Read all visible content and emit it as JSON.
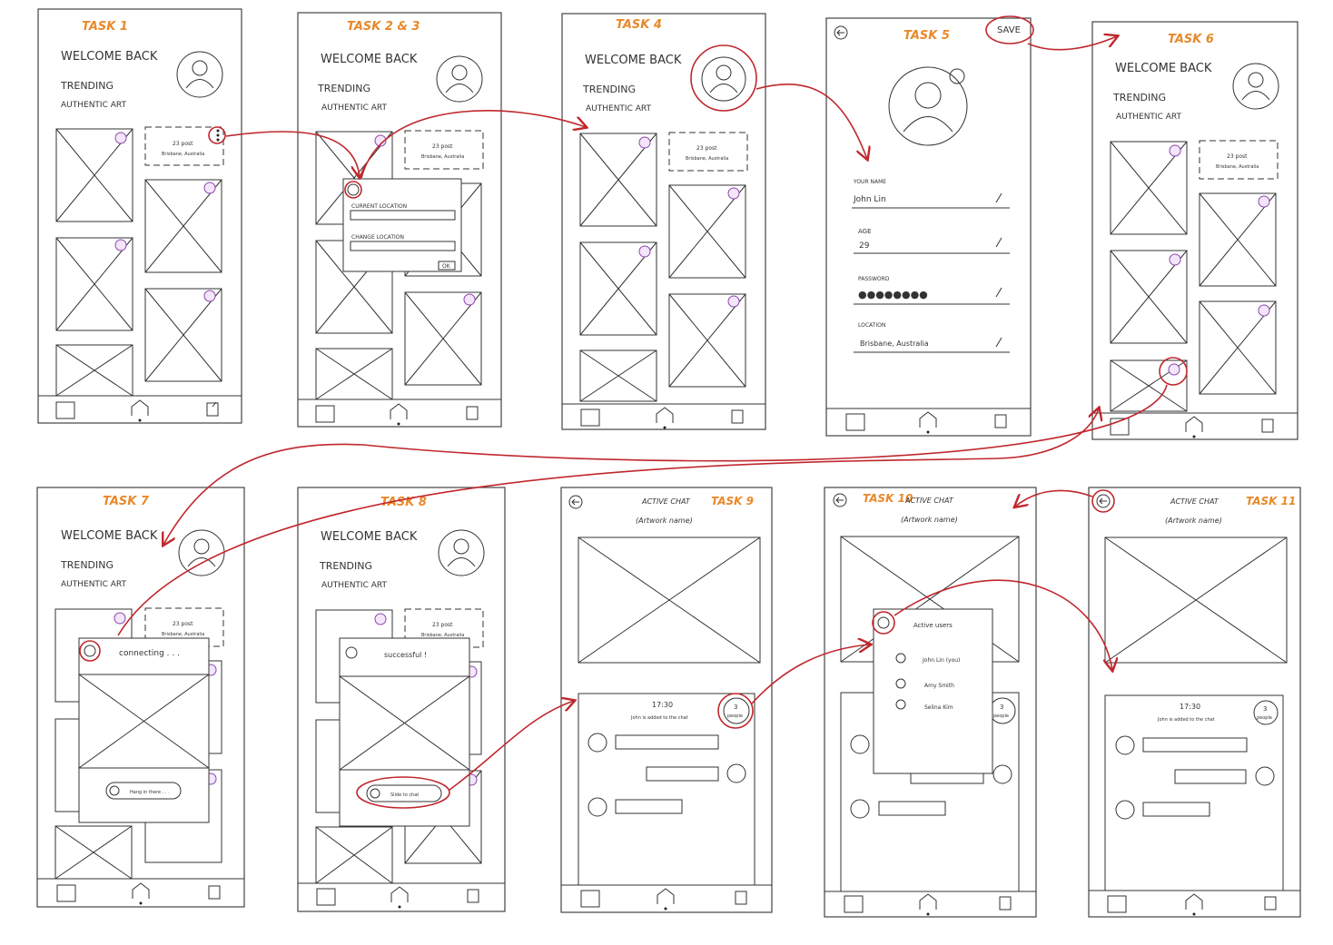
{
  "colors": {
    "task_label": "#e8892b",
    "annotation": "#c0272d",
    "bubble": "#8e44ad",
    "line": "#333333"
  },
  "common": {
    "welcome": "WELCOME BACK",
    "trending": "TRENDING",
    "authentic_art": "AUTHENTIC ART",
    "post_count": "23 post",
    "post_location": "Brisbane, Australia",
    "nav_icons": [
      "shop-icon",
      "home-icon",
      "upload-icon"
    ]
  },
  "screens": {
    "task1": {
      "label": "TASK 1"
    },
    "task23": {
      "label": "TASK 2 & 3",
      "current_location": "CURRENT LOCATION",
      "change_location": "CHANGE LOCATION",
      "ok": "OK"
    },
    "task4": {
      "label": "TASK 4"
    },
    "task5": {
      "label": "TASK 5",
      "save": "SAVE",
      "fields": [
        {
          "label": "YOUR NAME",
          "value": "John Lin"
        },
        {
          "label": "AGE",
          "value": "29"
        },
        {
          "label": "PASSWORD",
          "value": "●●●●●●●●"
        },
        {
          "label": "LOCATION",
          "value": "Brisbane, Australia"
        }
      ]
    },
    "task6": {
      "label": "TASK 6"
    },
    "task7": {
      "label": "TASK 7",
      "connecting": "connecting . . .",
      "hang": "Hang in there . . ."
    },
    "task8": {
      "label": "TASK 8",
      "successful": "successful !",
      "slide": "Slide to chat"
    },
    "task9": {
      "label": "TASK 9",
      "title": "ACTIVE CHAT",
      "subtitle": "(Artwork name)",
      "time": "17:30",
      "added": "John is added to the chat",
      "people_n": "3",
      "people": "people"
    },
    "task10": {
      "label": "TASK 10",
      "title": "ACTIVE CHAT",
      "subtitle": "(Artwork name)",
      "active_users": "Active users",
      "users": [
        "John Lin (you)",
        "Amy Smith",
        "Selina Kim"
      ],
      "people_n": "3",
      "people": "people"
    },
    "task11": {
      "label": "TASK 11",
      "title": "ACTIVE CHAT",
      "subtitle": "(Artwork name)",
      "time": "17:30",
      "added": "John is added to the chat",
      "people_n": "3",
      "people": "people"
    }
  }
}
